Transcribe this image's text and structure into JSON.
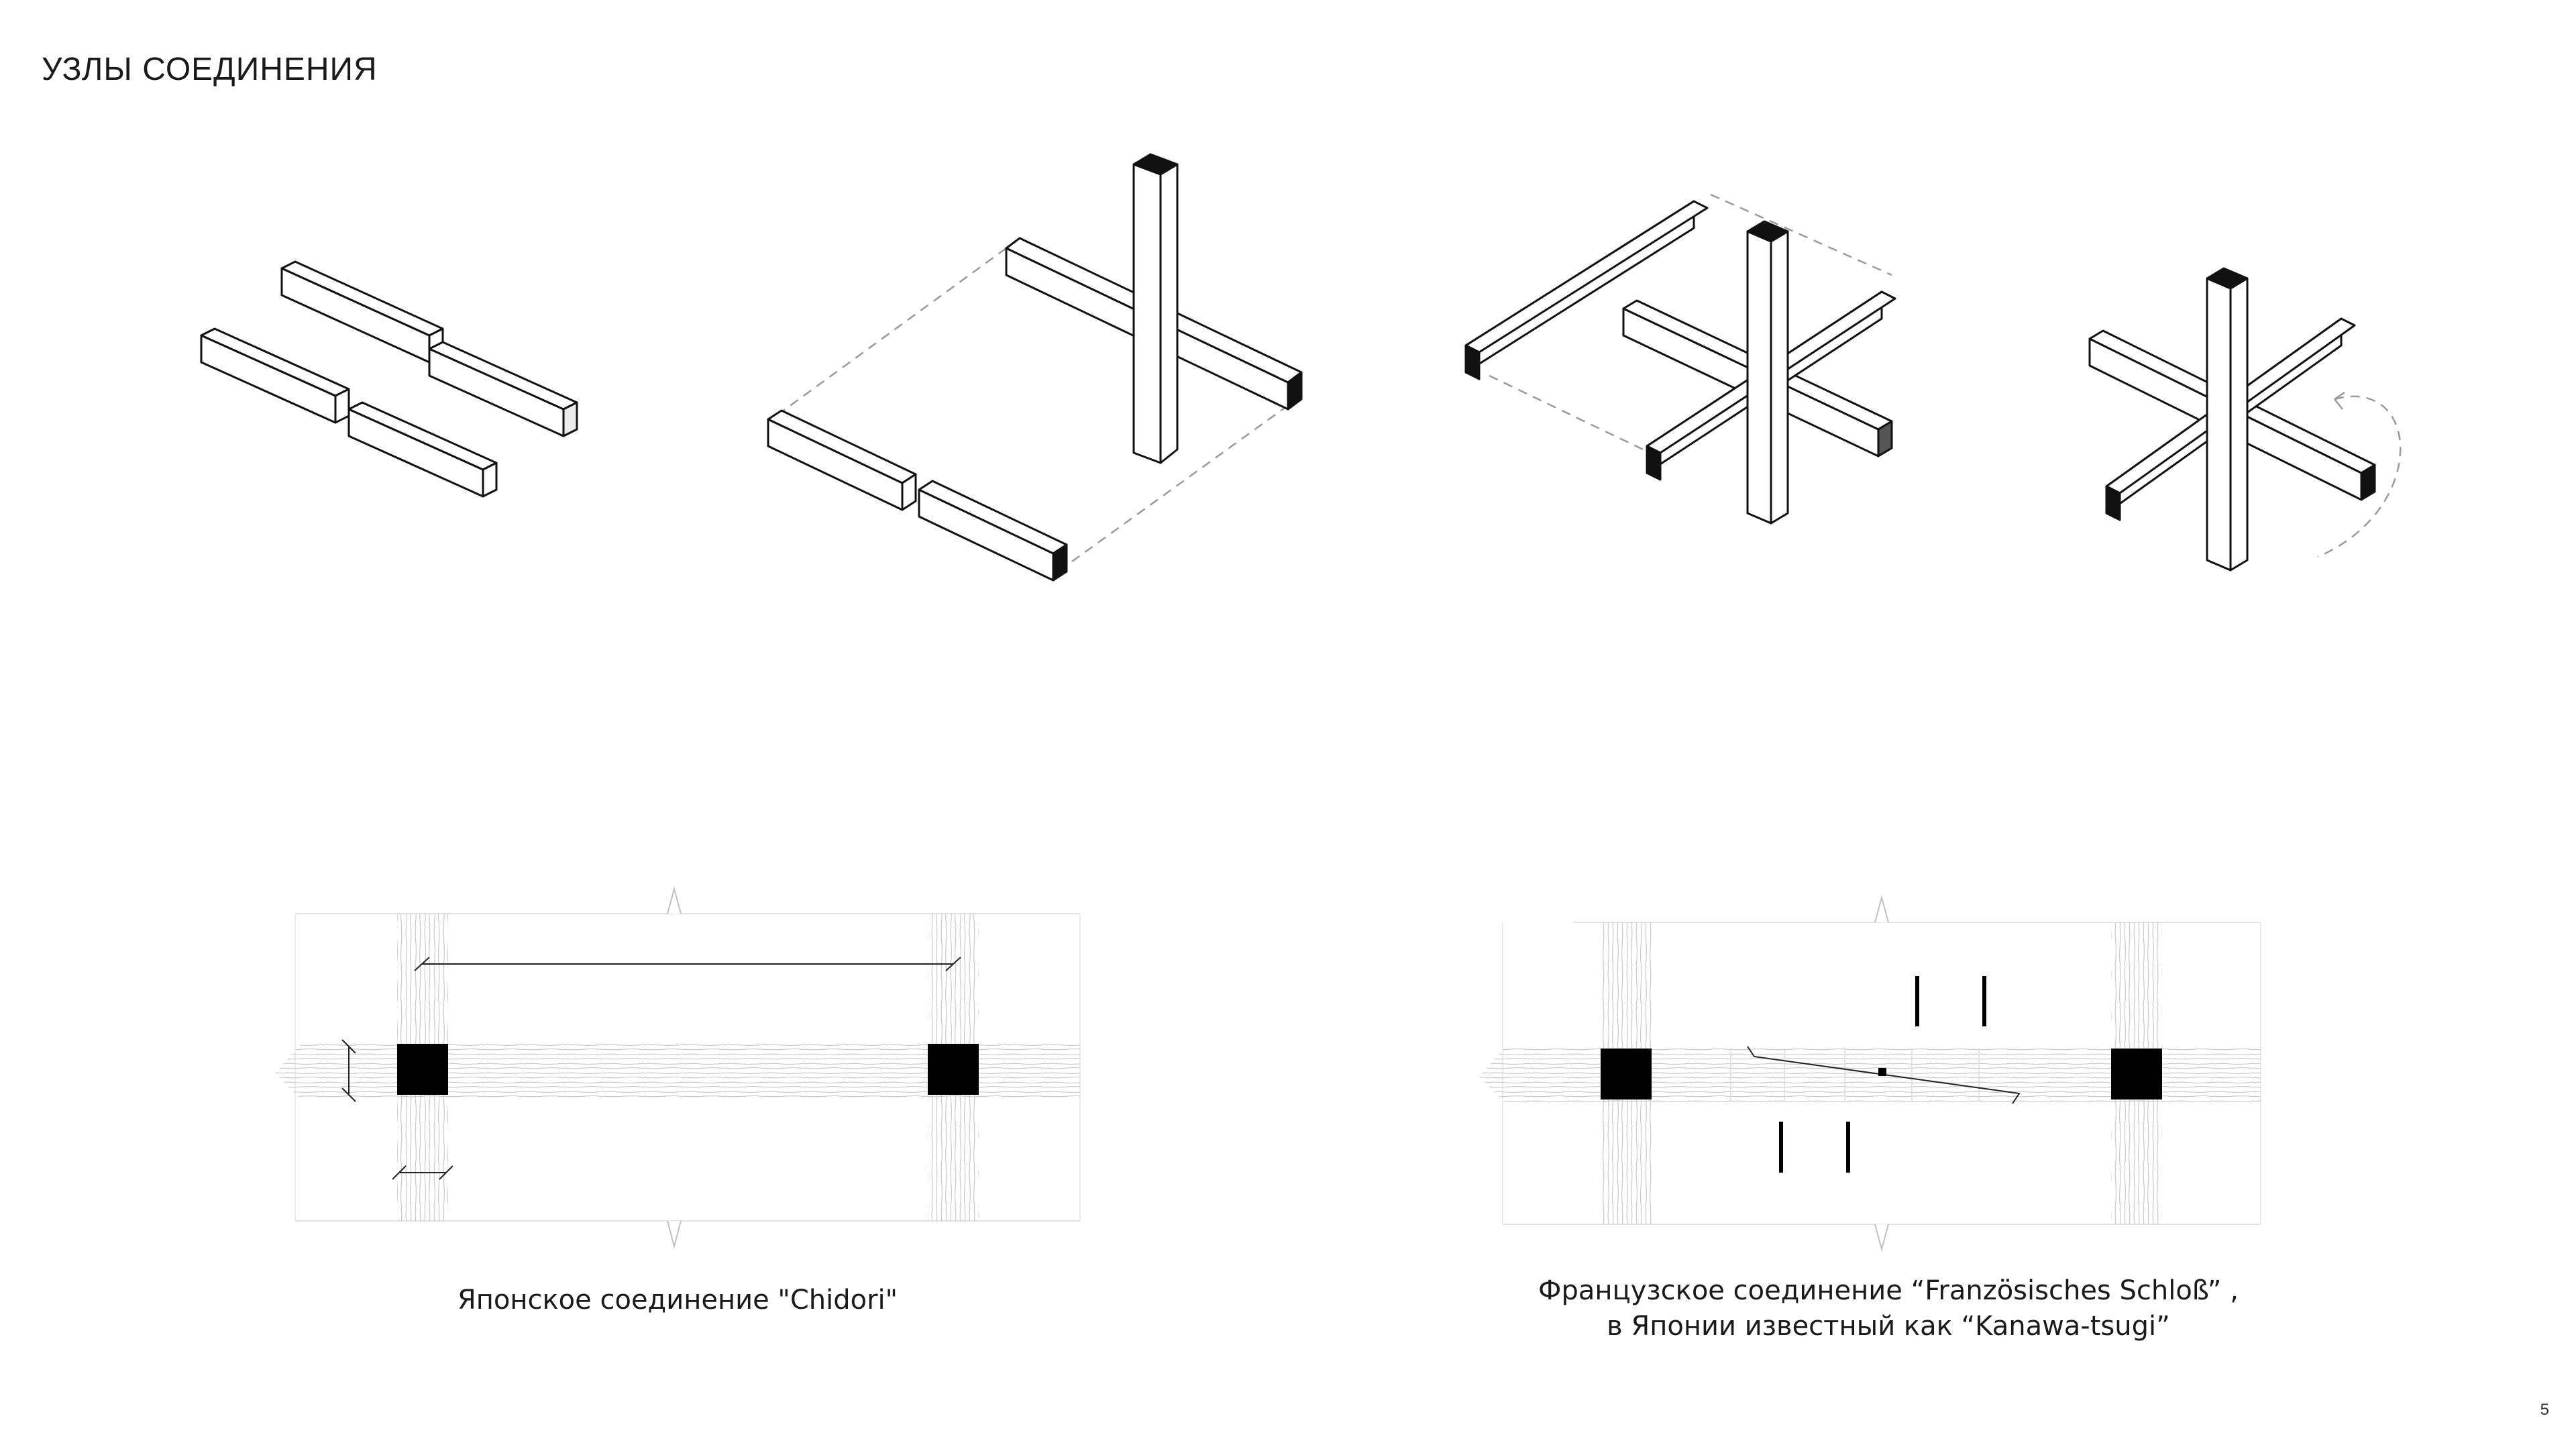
{
  "title": "УЗЛЫ СОЕДИНЕНИЯ",
  "page_number": "5",
  "captions": {
    "chidori": "Японское соединение \"Chidori\"",
    "kanawa_line1": "Французское соединение “Französisches Schloß” ,",
    "kanawa_line2": "в Японии известный как “Kanawa-tsugi”"
  },
  "colors": {
    "ink": "#111111",
    "dashed": "#9a9a9a",
    "grain": "#c9c9c9",
    "post": "#000000"
  }
}
